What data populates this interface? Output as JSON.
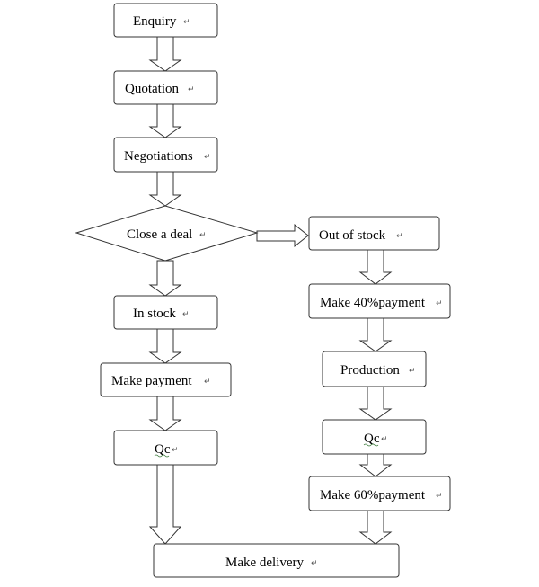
{
  "nodes": {
    "enquiry": "Enquiry",
    "quotation": "Quotation",
    "negotiations": "Negotiations",
    "close_deal": "Close a deal",
    "out_of_stock": "Out of stock",
    "make_40_payment": "Make 40%payment",
    "production": "Production",
    "qc_right": "Qc",
    "make_60_payment": "Make 60%payment",
    "in_stock": "In stock",
    "make_payment": "Make payment",
    "qc_left": "Qc",
    "make_delivery": "Make delivery"
  },
  "paragraph_mark": "↵",
  "colors": {
    "stroke": "#333333",
    "fill": "#ffffff",
    "text": "#000000",
    "spellcheck": "#3a7a3a"
  }
}
